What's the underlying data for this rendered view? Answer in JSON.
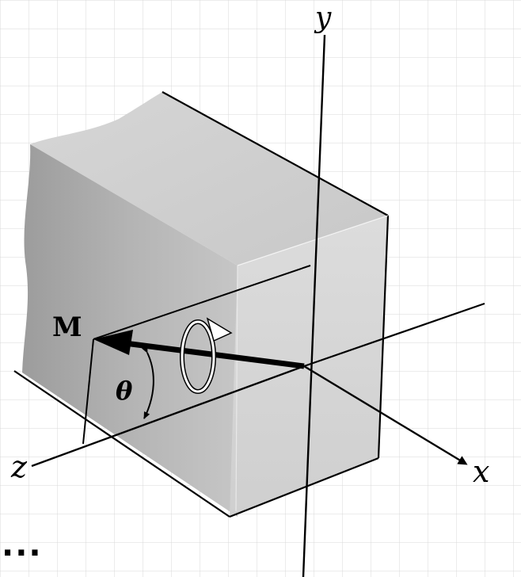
{
  "diagram": {
    "labels": {
      "y_axis": "y",
      "x_axis": "x",
      "z_axis": "z",
      "moment": "M",
      "angle": "θ"
    },
    "continuation": "...",
    "colors": {
      "grid": "#d9d9d9",
      "block_light": "#dcdcdc",
      "block_mid": "#c4c4c4",
      "block_dark": "#9e9e9e",
      "ink": "#000000",
      "background": "#ffffff"
    },
    "icons": {
      "rotation": "curved-rotation-arrow-icon"
    }
  }
}
